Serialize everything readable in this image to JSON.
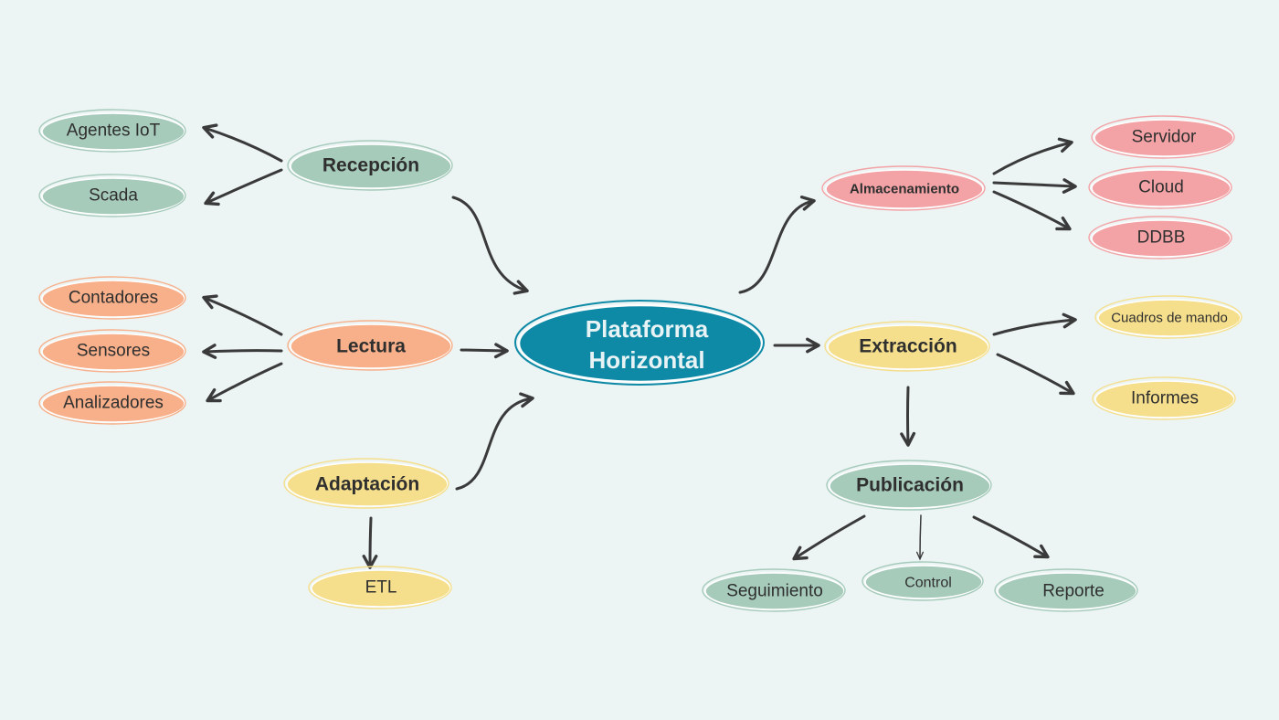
{
  "center": {
    "line1": "Plataforma",
    "line2": "Horizontal",
    "color": "#0f8aa6"
  },
  "colors": {
    "green": "#a6cbbb",
    "orange": "#f7b08a",
    "yellow": "#f5df8c",
    "pink": "#f3a3a6",
    "arrow": "#3a3a3a",
    "background": "#ecf4f4"
  },
  "nodes": {
    "recepcion": "Recepción",
    "agentes_iot": "Agentes IoT",
    "scada": "Scada",
    "lectura": "Lectura",
    "contadores": "Contadores",
    "sensores": "Sensores",
    "analizadores": "Analizadores",
    "adaptacion": "Adaptación",
    "etl": "ETL",
    "almacenamiento": "Almacenamiento",
    "servidor": "Servidor",
    "cloud": "Cloud",
    "ddbb": "DDBB",
    "extraccion": "Extracción",
    "cuadros_de_mando": "Cuadros de mando",
    "informes": "Informes",
    "publicacion": "Publicación",
    "seguimiento": "Seguimiento",
    "control": "Control",
    "reporte": "Reporte"
  }
}
